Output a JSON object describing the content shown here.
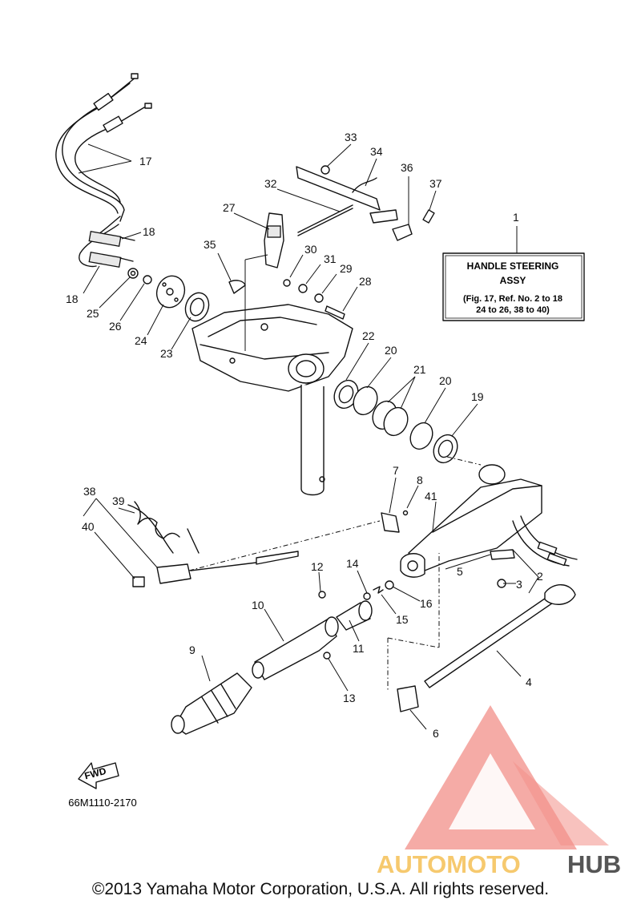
{
  "diagram": {
    "callout_title_line1": "HANDLE STEERING",
    "callout_title_line2": "ASSY",
    "callout_note_line1": "(Fig. 17, Ref. No. 2 to 18",
    "callout_note_line2": "24 to 26, 38 to 40)",
    "figure_code": "66M1110-2170",
    "fwd_label": "FWD",
    "parts": [
      {
        "id": "p1",
        "label": "1"
      },
      {
        "id": "p2",
        "label": "2"
      },
      {
        "id": "p3",
        "label": "3"
      },
      {
        "id": "p4",
        "label": "4"
      },
      {
        "id": "p5",
        "label": "5"
      },
      {
        "id": "p6",
        "label": "6"
      },
      {
        "id": "p7",
        "label": "7"
      },
      {
        "id": "p8",
        "label": "8"
      },
      {
        "id": "p9",
        "label": "9"
      },
      {
        "id": "p10",
        "label": "10"
      },
      {
        "id": "p11",
        "label": "11"
      },
      {
        "id": "p12",
        "label": "12"
      },
      {
        "id": "p13",
        "label": "13"
      },
      {
        "id": "p14",
        "label": "14"
      },
      {
        "id": "p15",
        "label": "15"
      },
      {
        "id": "p16",
        "label": "16"
      },
      {
        "id": "p17",
        "label": "17"
      },
      {
        "id": "p18a",
        "label": "18"
      },
      {
        "id": "p18b",
        "label": "18"
      },
      {
        "id": "p19",
        "label": "19"
      },
      {
        "id": "p20a",
        "label": "20"
      },
      {
        "id": "p20b",
        "label": "20"
      },
      {
        "id": "p21",
        "label": "21"
      },
      {
        "id": "p22",
        "label": "22"
      },
      {
        "id": "p23",
        "label": "23"
      },
      {
        "id": "p24",
        "label": "24"
      },
      {
        "id": "p25",
        "label": "25"
      },
      {
        "id": "p26",
        "label": "26"
      },
      {
        "id": "p27",
        "label": "27"
      },
      {
        "id": "p28",
        "label": "28"
      },
      {
        "id": "p29",
        "label": "29"
      },
      {
        "id": "p30",
        "label": "30"
      },
      {
        "id": "p31",
        "label": "31"
      },
      {
        "id": "p32",
        "label": "32"
      },
      {
        "id": "p33",
        "label": "33"
      },
      {
        "id": "p34",
        "label": "34"
      },
      {
        "id": "p35",
        "label": "35"
      },
      {
        "id": "p36",
        "label": "36"
      },
      {
        "id": "p37",
        "label": "37"
      },
      {
        "id": "p38",
        "label": "38"
      },
      {
        "id": "p39",
        "label": "39"
      },
      {
        "id": "p40",
        "label": "40"
      },
      {
        "id": "p41",
        "label": "41"
      }
    ]
  },
  "watermark": {
    "brand_part1": "AUTOMOTO",
    "brand_part2": "HUB",
    "color_primary": "#f28f88",
    "color_secondary": "#f6c96e",
    "color_dark": "#555555"
  },
  "footer": {
    "copyright": "©2013 Yamaha Motor Corporation, U.S.A. All rights reserved."
  }
}
